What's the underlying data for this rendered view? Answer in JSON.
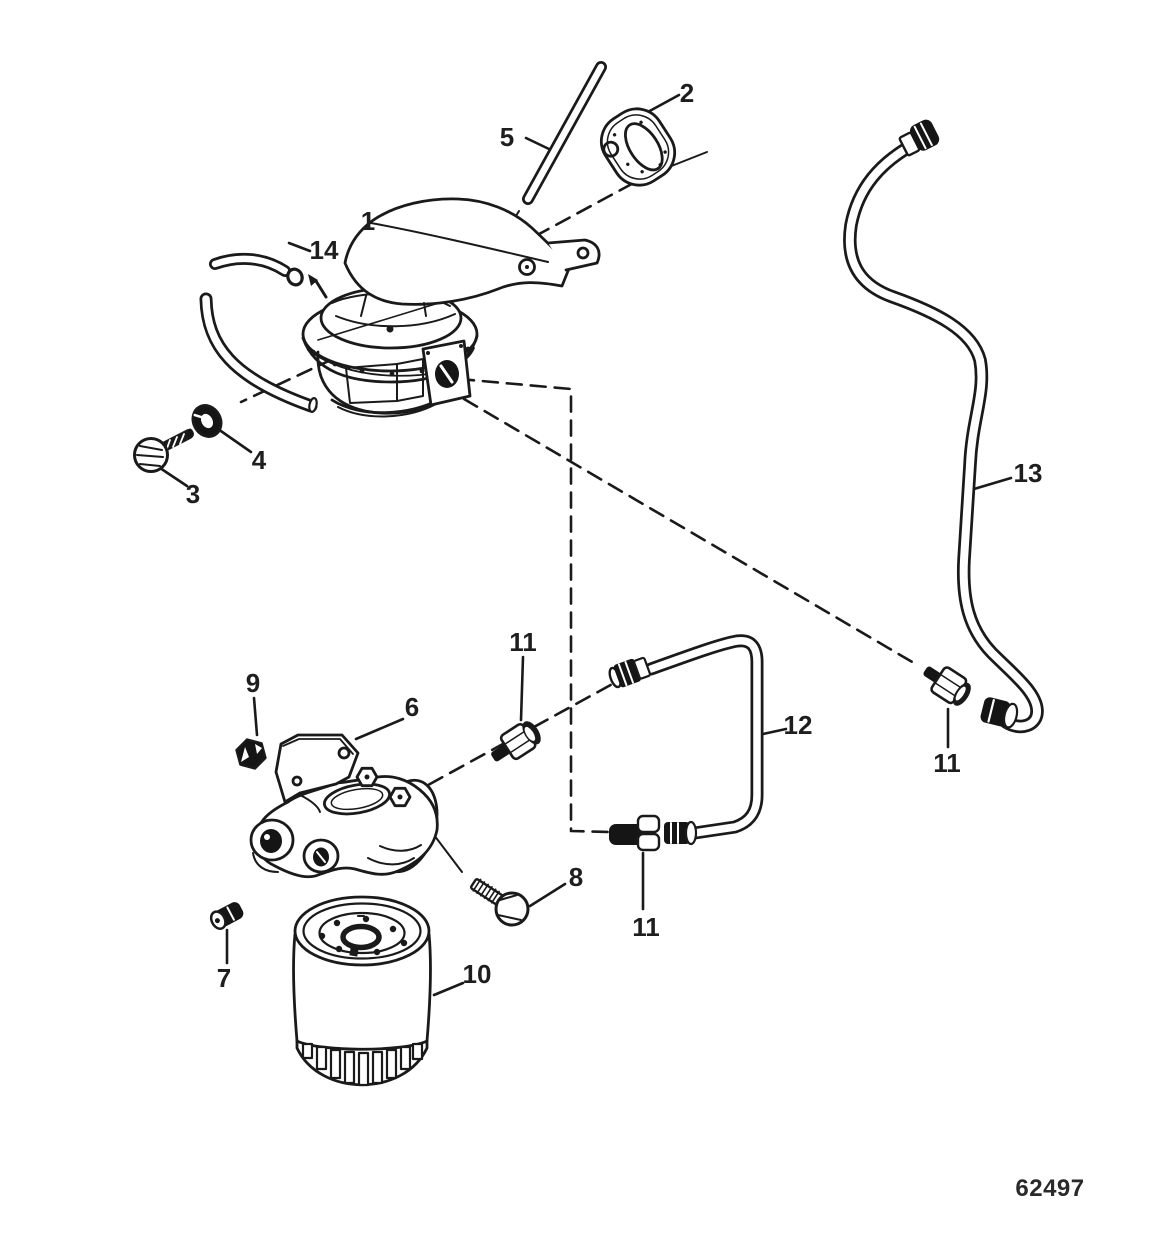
{
  "diagram": {
    "drawing_number": "62497",
    "callouts": {
      "part1": "1",
      "part2": "2",
      "part3": "3",
      "part4": "4",
      "part5": "5",
      "part6": "6",
      "part7": "7",
      "part8": "8",
      "part9": "9",
      "part10": "10",
      "part11a": "11",
      "part11b": "11",
      "part11c": "11",
      "part12": "12",
      "part13": "13",
      "part14": "14"
    }
  }
}
